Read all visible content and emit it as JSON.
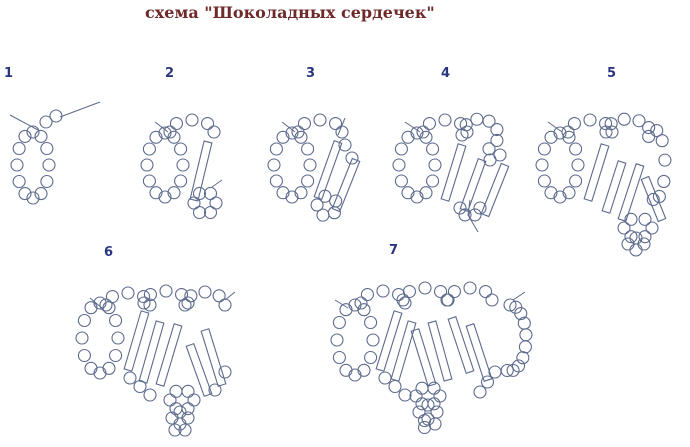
{
  "title": "схема \"Шоколадных сердечек\"",
  "steps": [
    {
      "label": "1"
    },
    {
      "label": "2"
    },
    {
      "label": "3"
    },
    {
      "label": "4"
    },
    {
      "label": "5"
    },
    {
      "label": "6"
    },
    {
      "label": "7"
    }
  ],
  "colors": {
    "title": "#6e2a2a",
    "step_numbers": "#2a3580",
    "beads": "#5c6a8c"
  }
}
